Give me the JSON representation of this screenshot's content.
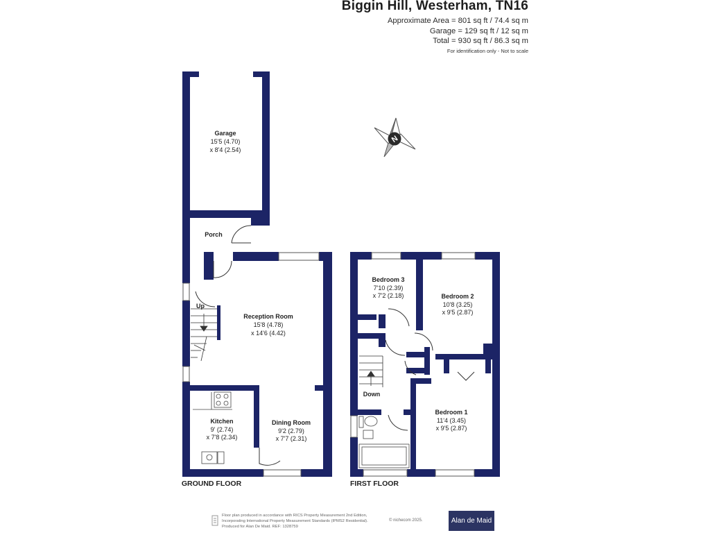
{
  "header": {
    "title": "Biggin Hill, Westerham, TN16",
    "approx_area": "Approximate Area = 801 sq ft / 74.4 sq m",
    "garage_area": "Garage = 129 sq ft / 12 sq m",
    "total_area": "Total = 930 sq ft / 86.3 sq m",
    "note": "For identification only - Not to scale"
  },
  "compass": {
    "letter": "N"
  },
  "ground_floor": {
    "label": "GROUND FLOOR",
    "garage": {
      "name": "Garage",
      "dim1": "15'5 (4.70)",
      "dim2": "x 8'4 (2.54)"
    },
    "porch": {
      "name": "Porch"
    },
    "up": "Up",
    "reception": {
      "name": "Reception Room",
      "dim1": "15'8 (4.78)",
      "dim2": "x 14'6 (4.42)"
    },
    "kitchen": {
      "name": "Kitchen",
      "dim1": "9' (2.74)",
      "dim2": "x 7'8 (2.34)"
    },
    "dining": {
      "name": "Dining Room",
      "dim1": "9'2 (2.79)",
      "dim2": "x 7'7 (2.31)"
    }
  },
  "first_floor": {
    "label": "FIRST FLOOR",
    "bedroom3": {
      "name": "Bedroom 3",
      "dim1": "7'10 (2.39)",
      "dim2": "x 7'2 (2.18)"
    },
    "bedroom2": {
      "name": "Bedroom 2",
      "dim1": "10'8 (3.25)",
      "dim2": "x 9'5 (2.87)"
    },
    "bedroom1": {
      "name": "Bedroom 1",
      "dim1": "11'4 (3.45)",
      "dim2": "x 9'5 (2.87)"
    },
    "down": "Down"
  },
  "footer": {
    "line1": "Floor plan produced in accordance with RICS Property Measurement 2nd Edition,",
    "line2": "Incorporating International Property Measurement Standards (IPMS2 Residential).",
    "line3": "Produced for Alan De Maid.   REF: 1328759",
    "copyright": "© nichecom 2025.",
    "brand": "Alan de Maid"
  },
  "colors": {
    "wall": "#1c2466",
    "text": "#222222",
    "brand_bg": "#2c3463"
  }
}
